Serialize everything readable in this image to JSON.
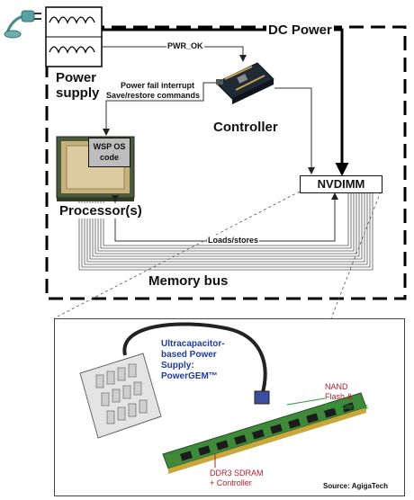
{
  "power_supply": {
    "label_line1": "Power",
    "label_line2": "supply",
    "plug_icon": "power-plug-icon"
  },
  "dc_power": {
    "label": "DC Power"
  },
  "pwr_ok": {
    "label": "PWR_OK"
  },
  "interrupt": {
    "line1": "Power fail interrupt",
    "line2": "Save/restore commands"
  },
  "controller": {
    "label": "Controller"
  },
  "processor": {
    "label": "Processor(s)",
    "wsp_line1": "WSP OS",
    "wsp_line2": "code"
  },
  "nvdimm": {
    "label": "NVDIMM"
  },
  "loads_stores": {
    "label": "Loads/stores"
  },
  "memory_bus": {
    "label": "Memory bus"
  },
  "photo": {
    "ultracap_line1": "Ultracapacitor-",
    "ultracap_line2": "based Power",
    "ultracap_line3": "Supply:",
    "ultracap_line4": "PowerGEM™",
    "nand_line1": "NAND",
    "nand_line2": "Flash &",
    "nand_line3": "Multiplexors",
    "ddr3_line1": "DDR3 SDRAM",
    "ddr3_line2": "+ Controller",
    "source": "Source: AgigaTech"
  },
  "colors": {
    "frame": "#000000",
    "photo_title_blue": "#1f3c9a",
    "green_label": "#2e9a3a",
    "red_label": "#b21e2a",
    "wsp_box": "#bdbdbd"
  }
}
